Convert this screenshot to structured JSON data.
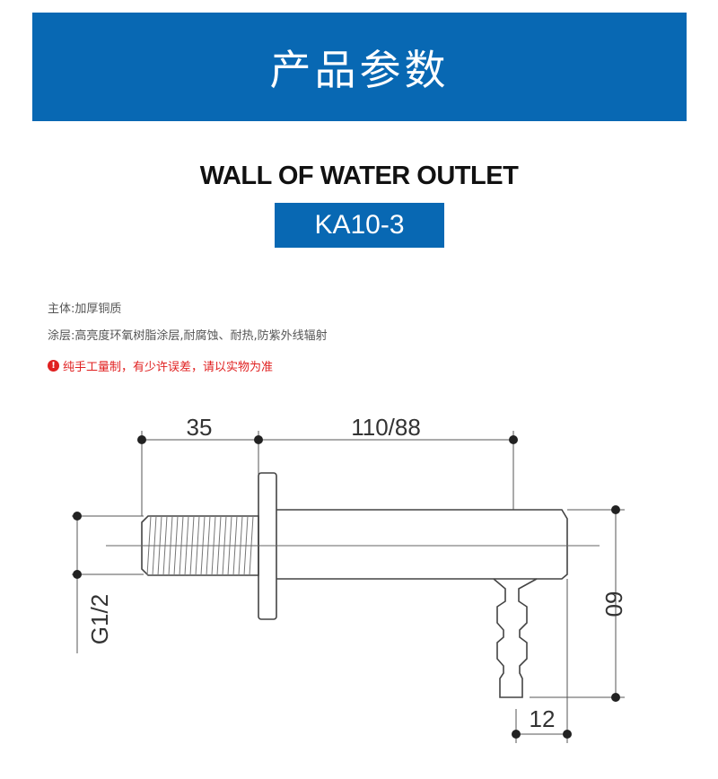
{
  "banner": {
    "title": "产品参数"
  },
  "product": {
    "name": "WALL OF  WATER OUTLET",
    "model": "KA10-3"
  },
  "specs": {
    "body": "主体:加厚铜质",
    "coating": "涂层:高亮度环氧树脂涂层,耐腐蚀、耐热,防紫外线辐射"
  },
  "note": {
    "icon": "!",
    "text": "纯手工量制，有少许误差，请以实物为准"
  },
  "dimensions": {
    "thread_length": "35",
    "body_length": "110/88",
    "thread_size": "G1/2",
    "height": "60",
    "nozzle_width": "12"
  },
  "colors": {
    "brand_blue": "#0868b3",
    "warning_red": "#e02020",
    "line": "#444444"
  }
}
